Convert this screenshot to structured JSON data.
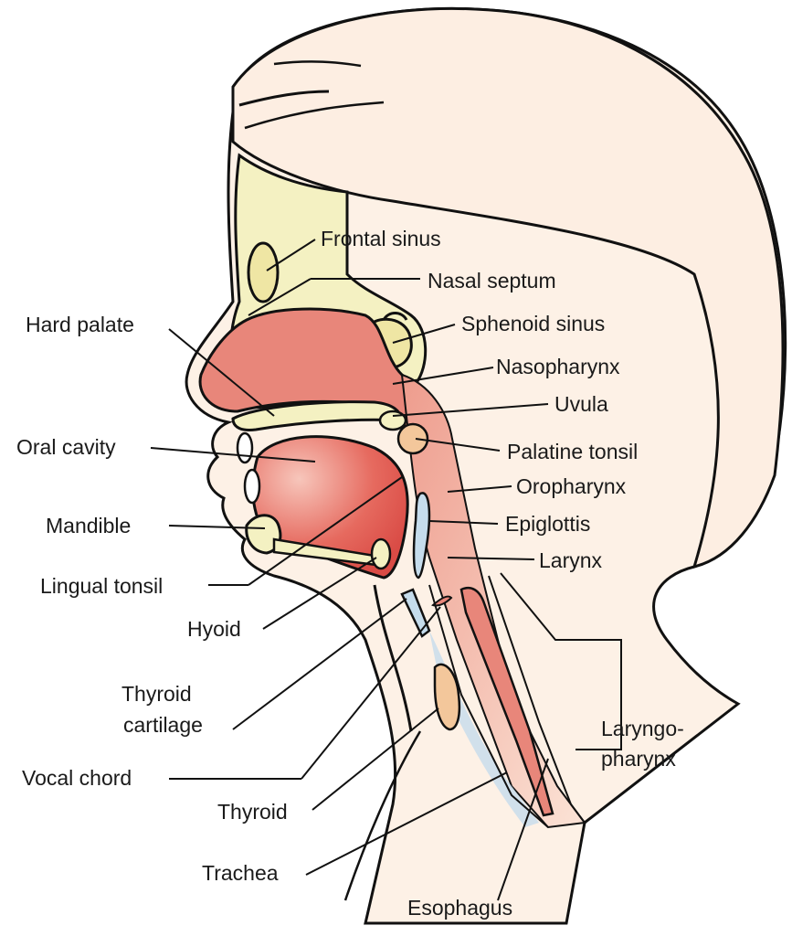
{
  "diagram": {
    "labels": {
      "frontal_sinus": "Frontal sinus",
      "nasal_septum": "Nasal septum",
      "hard_palate": "Hard palate",
      "sphenoid_sinus": "Sphenoid sinus",
      "nasopharynx": "Nasopharynx",
      "uvula": "Uvula",
      "oral_cavity": "Oral cavity",
      "palatine_tonsil": "Palatine tonsil",
      "oropharynx": "Oropharynx",
      "mandible": "Mandible",
      "epiglottis": "Epiglottis",
      "larynx": "Larynx",
      "lingual_tonsil": "Lingual tonsil",
      "hyoid": "Hyoid",
      "thyroid_cartilage_1": "Thyroid",
      "thyroid_cartilage_2": "cartilage",
      "laryngopharynx_1": "Laryngo-",
      "laryngopharynx_2": "pharynx",
      "vocal_chord": "Vocal chord",
      "thyroid": "Thyroid",
      "trachea": "Trachea",
      "esophagus": "Esophagus"
    },
    "colors": {
      "skin": "#fdf1e6",
      "hair": "#fdeee2",
      "bone": "#f4f1c2",
      "mucosa": "#e8867a",
      "tongue": "#e0574f",
      "pharynx_tube": "#f4c1ae",
      "cartilage": "#c5dcec",
      "gland": "#f3c79b",
      "outline": "#111111"
    }
  }
}
